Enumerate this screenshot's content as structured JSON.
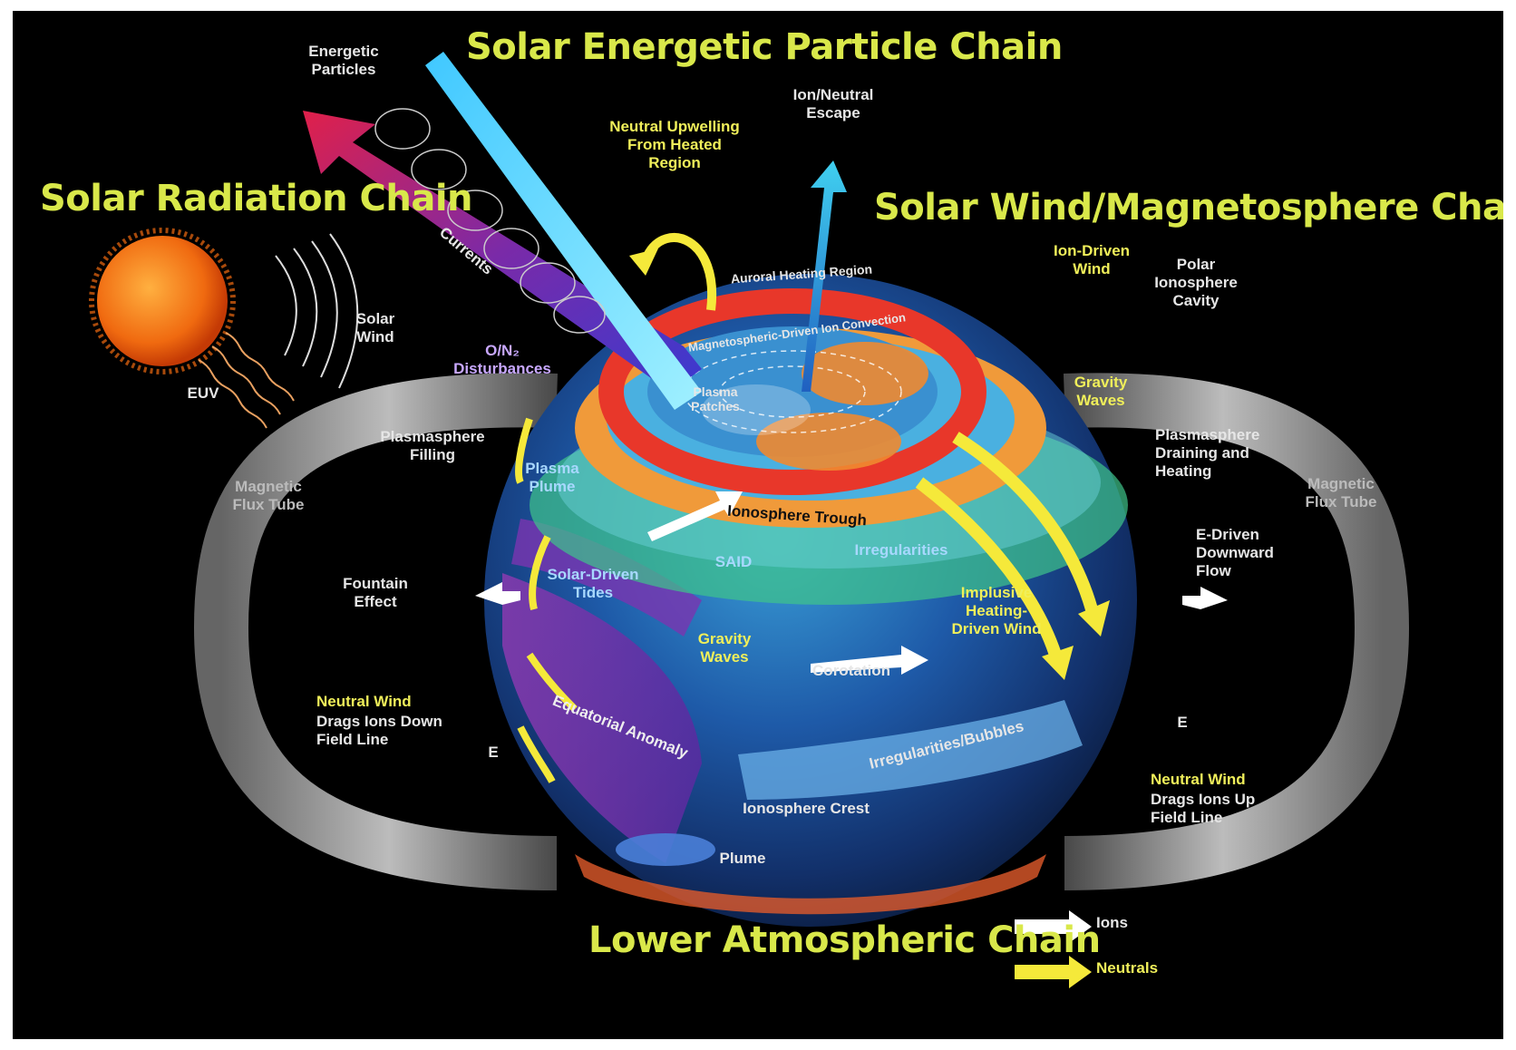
{
  "titles": {
    "solar_energetic_particle_chain": "Solar Energetic Particle Chain",
    "solar_radiation_chain": "Solar Radiation Chain",
    "solar_wind_magnetosphere_chain": "Solar Wind/Magnetosphere Chain",
    "lower_atmospheric_chain": "Lower Atmospheric Chain"
  },
  "labels": {
    "energetic_particles": "Energetic\nParticles",
    "ion_neutral_escape": "Ion/Neutral\nEscape",
    "neutral_upwelling": "Neutral Upwelling\nFrom Heated\nRegion",
    "currents": "Currents",
    "solar_wind": "Solar\nWind",
    "euv": "EUV",
    "o_n2_disturbances": "O/N₂\nDisturbances",
    "auroral_heating_region": "Auroral Heating Region",
    "magnetosphere_driven_convection": "Magnetospheric-Driven Ion Convection",
    "plasma_patches": "Plasma\nPatches",
    "ion_driven_wind": "Ion-Driven\nWind",
    "polar_ionosphere_cavity": "Polar\nIonosphere\nCavity",
    "gravity_waves_top": "Gravity\nWaves",
    "plasmasphere_filling": "Plasmasphere\nFilling",
    "magnetic_flux_tube_left": "Magnetic\nFlux Tube",
    "plasma_plume": "Plasma\nPlume",
    "ionosphere_trough": "Ionosphere Trough",
    "sapd": "SAID",
    "irregularities": "Irregularities",
    "plasmasphere_draining": "Plasmasphere\nDraining and\nHeating",
    "magnetic_flux_tube_right": "Magnetic\nFlux Tube",
    "e_driven_flow": "E-Driven\nDownward\nFlow",
    "fountain_effect": "Fountain\nEffect",
    "solar_driven_tides": "Solar-Driven\nTides",
    "implusive_heating": "Implusive\nHeating-\nDriven Wind",
    "gravity_waves_mid": "Gravity\nWaves",
    "corotation": "Corotation",
    "neutral_wind_down_title": "Neutral Wind",
    "neutral_wind_down": "Drags Ions Down\nField Line",
    "equatorial_anomaly": "Equatorial Anomaly",
    "irregularities_bubbles": "Irregularities/Bubbles",
    "ionosphere_crest": "Ionosphere Crest",
    "plume": "Plume",
    "neutral_wind_up_title": "Neutral Wind",
    "neutral_wind_up": "Drags Ions Up\nField Line",
    "e_left": "E",
    "e_right": "E"
  },
  "legend": {
    "ions": "Ions",
    "neutrals": "Neutrals",
    "ions_color": "#ffffff",
    "neutrals_color": "#f5e93a"
  },
  "colors": {
    "background": "#000000",
    "title_color": "#d9e84a",
    "neutral_arrow": "#f5e93a",
    "ion_arrow": "#ffffff",
    "auroral_ring": "#e8372a"
  }
}
